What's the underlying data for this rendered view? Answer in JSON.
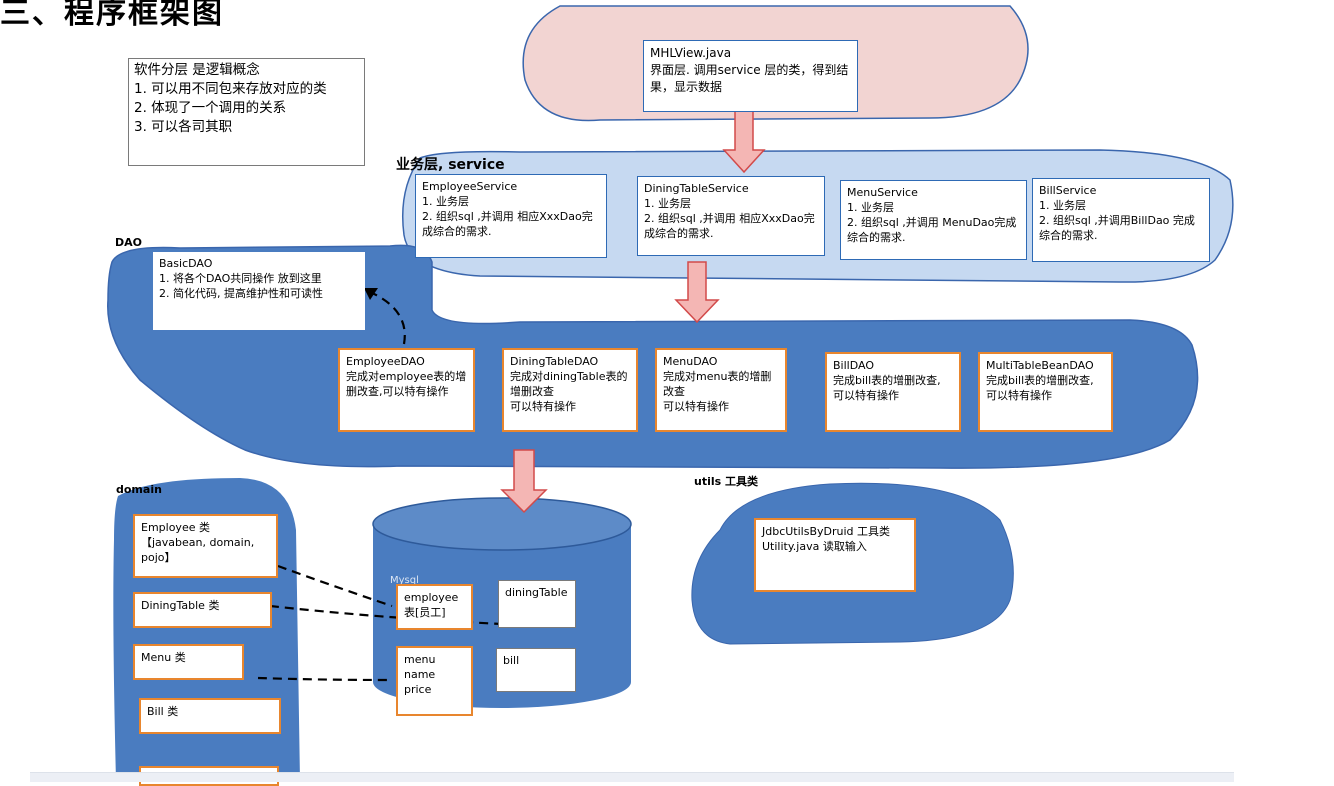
{
  "heading": "三、程序框架图",
  "concept_note": "软件分层 是逻辑概念\n1. 可以用不同包来存放对应的类\n2. 体现了一个调用的关系\n3. 可以各司其职",
  "view_box": "MHLView.java\n界面层. 调用service 层的类，得到结果，显示数据",
  "service_layer": {
    "label": "业务层,  service",
    "boxes": [
      "EmployeeService\n1. 业务层\n2. 组织sql ,并调用 相应XxxDao完成综合的需求.",
      "DiningTableService\n1. 业务层\n2. 组织sql ,并调用 相应XxxDao完成综合的需求.",
      "MenuService\n1. 业务层\n2. 组织sql ,并调用 MenuDao完成综合的需求.",
      "BillService\n1. 业务层\n2. 组织sql ,并调用BillDao 完成综合的需求."
    ]
  },
  "dao_layer": {
    "label": "DAO",
    "basic_dao": "BasicDAO\n1. 将各个DAO共同操作 放到这里\n2. 简化代码, 提高维护性和可读性",
    "boxes": [
      "EmployeeDAO\n完成对employee表的增删改查,可以特有操作",
      "DiningTableDAO\n完成对diningTable表的增删改查\n可以特有操作",
      "MenuDAO\n完成对menu表的增删改查\n可以特有操作",
      "BillDAO\n完成bill表的增删改查,\n可以特有操作",
      "MultiTableBeanDAO\n完成bill表的增删改查,\n可以特有操作"
    ]
  },
  "domain": {
    "label": "domain",
    "boxes": [
      "Employee 类【javabean, domain, pojo】",
      "DiningTable 类",
      "Menu 类",
      "Bill 类"
    ]
  },
  "mysql": {
    "label": "Mysql",
    "tables": [
      "employee\n表[员工]",
      "diningTable",
      "menu\nname\nprice",
      "bill"
    ]
  },
  "utils": {
    "label": "utils 工具类",
    "box": "JdbcUtilsByDruid 工具类\nUtility.java 读取输入"
  },
  "colors": {
    "view_fill": "#f2d4d2",
    "service_fill": "#c6d9f1",
    "dao_fill": "#4a7cc0",
    "arrow_fill": "#f4b6b4",
    "box_border_blue": "#2e6ab5",
    "box_border_orange": "#e8862e"
  }
}
